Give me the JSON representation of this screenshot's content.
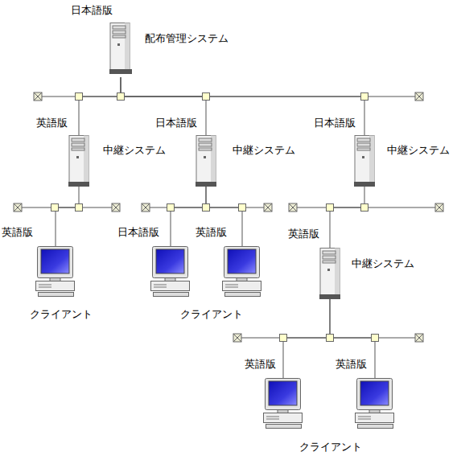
{
  "diagram": {
    "nodes": [
      {
        "text": [
          "日本語版",
          "配布管理システム"
        ]
      },
      {
        "text": [
          "英語版",
          "中継システム"
        ]
      },
      {
        "text": [
          "日本語版",
          "中継システム"
        ]
      },
      {
        "text": [
          "日本語版",
          "中継システム"
        ]
      },
      {
        "text": [
          "英語版"
        ]
      },
      {
        "text": [
          "日本語版"
        ]
      },
      {
        "text": [
          "英語版"
        ]
      },
      {
        "text": [
          "英語版",
          "中継システム"
        ]
      },
      {
        "text": [
          "英語版"
        ]
      },
      {
        "text": [
          "英語版"
        ]
      }
    ],
    "edges": [
      {
        "from": 0,
        "to": 1,
        "arrow": "none"
      },
      {
        "from": 0,
        "to": 2,
        "arrow": "none"
      },
      {
        "from": 0,
        "to": 3,
        "arrow": "none"
      },
      {
        "from": 1,
        "to": 4,
        "arrow": "none"
      },
      {
        "from": 2,
        "to": 5,
        "arrow": "none"
      },
      {
        "from": 2,
        "to": 6,
        "arrow": "none"
      },
      {
        "from": 3,
        "to": 7,
        "arrow": "none"
      },
      {
        "from": 7,
        "to": 8,
        "arrow": "none"
      },
      {
        "from": 7,
        "to": 9,
        "arrow": "none"
      }
    ],
    "labels": [
      "クライアント",
      "クライアント",
      "クライアント"
    ]
  }
}
